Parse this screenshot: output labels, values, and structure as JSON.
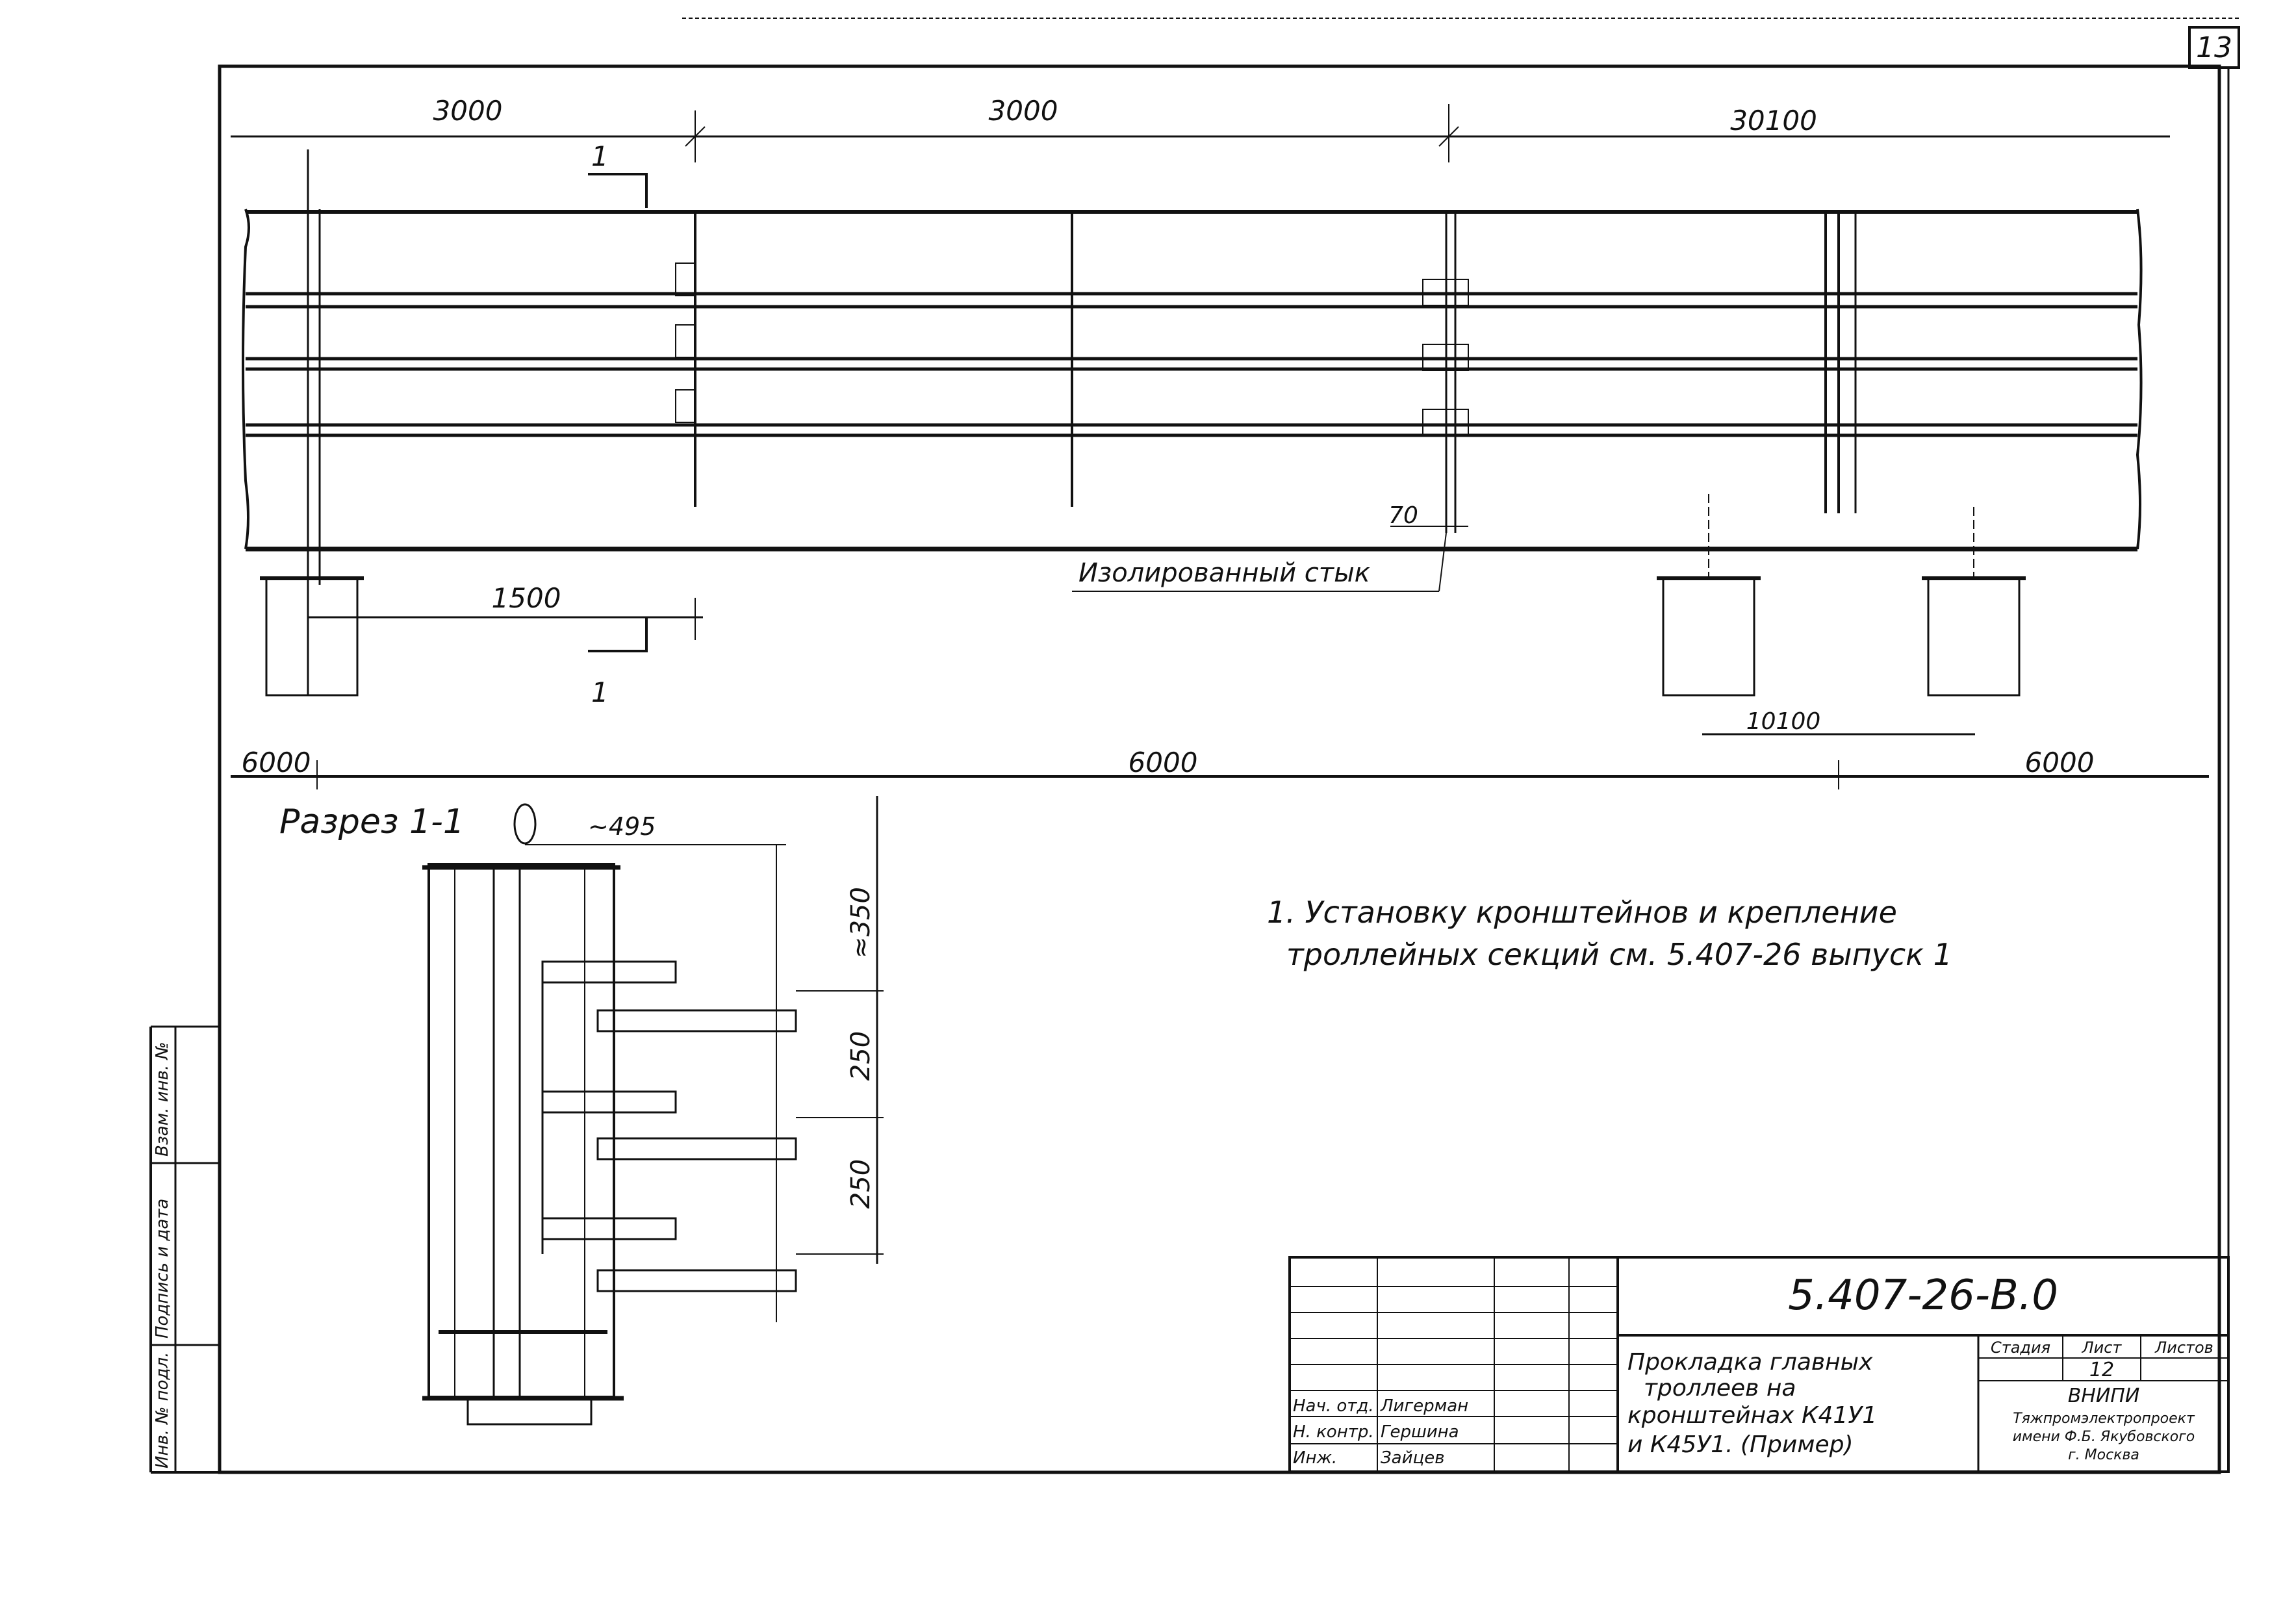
{
  "sheet_corner_number": "13",
  "plan": {
    "dim_top": [
      "3000",
      "3000",
      "30100"
    ],
    "dim_1500": "1500",
    "dim_70": "70",
    "dim_10100": "10100",
    "dim_bottom": [
      "6000",
      "6000",
      "6000"
    ],
    "section_mark": "1",
    "insulated_joint_label": "Изолированный стык"
  },
  "section": {
    "title": "Разрез 1-1",
    "dim_495": "~495",
    "dim_350": "≈350",
    "dim_250a": "250",
    "dim_250b": "250"
  },
  "note": {
    "line1": "1. Установку кронштейнов и крепление",
    "line2": "троллейных секций см. 5.407-26  выпуск 1"
  },
  "side_stamp": [
    "Инв. № подл.",
    "Подпись и дата",
    "Взам. инв. №"
  ],
  "title_block": {
    "doc_code": "5.407-26-В.0",
    "title_lines": [
      "Прокладка главных",
      "троллеев на",
      "кронштейнах К41У1",
      "и К45У1. (Пример)"
    ],
    "col_stage": "Стадия",
    "col_sheet": "Лист",
    "col_sheets": "Листов",
    "sheet_no": "12",
    "org_lines": [
      "ВНИПИ",
      "Тяжпромэлектропроект",
      "имени Ф.Б. Якубовского",
      "г. Москва"
    ],
    "roles": [
      "Нач. отд.",
      "Н. контр.",
      "Инж."
    ],
    "names": [
      "Лигерман",
      "Гершина",
      "Зайцев"
    ]
  }
}
